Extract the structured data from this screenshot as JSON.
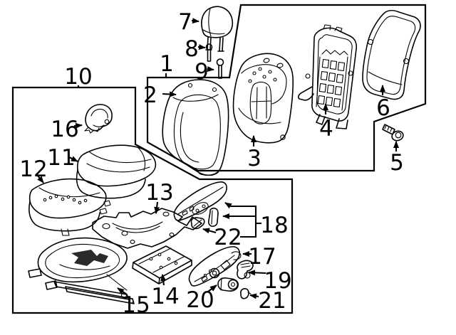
{
  "diagram": {
    "type": "exploded-parts-diagram",
    "subject": "vehicle seat assembly",
    "colors": {
      "line": "#000000",
      "background": "#ffffff"
    },
    "group_boxes": [
      {
        "label_ref": "p1"
      },
      {
        "label_ref": "p10"
      }
    ]
  },
  "parts": {
    "p1": {
      "label": "1"
    },
    "p2": {
      "label": "2"
    },
    "p3": {
      "label": "3"
    },
    "p4": {
      "label": "4"
    },
    "p5": {
      "label": "5"
    },
    "p6": {
      "label": "6"
    },
    "p7": {
      "label": "7"
    },
    "p8": {
      "label": "8"
    },
    "p9": {
      "label": "9"
    },
    "p10": {
      "label": "10"
    },
    "p11": {
      "label": "11"
    },
    "p12": {
      "label": "12"
    },
    "p13": {
      "label": "13"
    },
    "p14": {
      "label": "14"
    },
    "p15": {
      "label": "15"
    },
    "p16": {
      "label": "16"
    },
    "p17": {
      "label": "17"
    },
    "p18": {
      "label": "18"
    },
    "p19": {
      "label": "19"
    },
    "p20": {
      "label": "20"
    },
    "p21": {
      "label": "21"
    },
    "p22": {
      "label": "22"
    }
  }
}
